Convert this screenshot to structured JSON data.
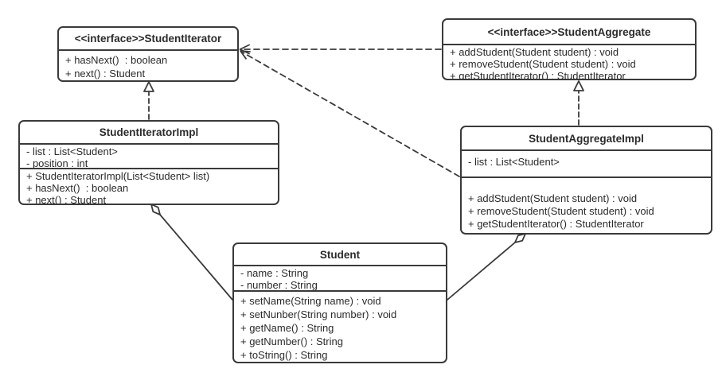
{
  "diagram": {
    "kind": "uml-class-diagram",
    "pattern": "Iterator",
    "background_color": "#ffffff",
    "line_color": "#3a3a3a",
    "text_color": "#2b2b2b"
  },
  "classes": [
    {
      "id": "StudentIterator",
      "stereotype": "<<interface>>",
      "title": "<<interface>>StudentIterator",
      "attributes": [],
      "methods": [
        "+ hasNext()  : boolean",
        "+ next() : Student"
      ]
    },
    {
      "id": "StudentAggregate",
      "stereotype": "<<interface>>",
      "title": "<<interface>>StudentAggregate",
      "attributes": [],
      "methods": [
        "+ addStudent(Student student) : void",
        "+ removeStudent(Student student) : void",
        "+ getStudentIterator() : StudentIterator"
      ]
    },
    {
      "id": "StudentIteratorImpl",
      "stereotype": "",
      "title": "StudentIteratorImpl",
      "attributes": [
        "- list : List<Student>",
        "- position : int"
      ],
      "methods": [
        "+ StudentIteratorImpl(List<Student> list)",
        "+ hasNext()  : boolean",
        "+ next() : Student"
      ]
    },
    {
      "id": "StudentAggregateImpl",
      "stereotype": "",
      "title": "StudentAggregateImpl",
      "attributes": [
        "- list : List<Student>"
      ],
      "methods": [
        "+ addStudent(Student student) : void",
        "+ removeStudent(Student student) : void",
        "+ getStudentIterator() : StudentIterator"
      ]
    },
    {
      "id": "Student",
      "stereotype": "",
      "title": "Student",
      "attributes": [
        "- name : String",
        "- number : String"
      ],
      "methods": [
        "+ setName(String name) : void",
        "+ setNunber(String number) : void",
        "+ getName() : String",
        "+ getNumber() : String",
        "+ toString() : String"
      ]
    }
  ],
  "relationships": [
    {
      "type": "realization",
      "from": "StudentIteratorImpl",
      "to": "StudentIterator",
      "line": "dashed",
      "head": "hollow-triangle"
    },
    {
      "type": "realization",
      "from": "StudentAggregateImpl",
      "to": "StudentAggregate",
      "line": "dashed",
      "head": "hollow-triangle"
    },
    {
      "type": "dependency",
      "from": "StudentAggregate",
      "to": "StudentIterator",
      "line": "dashed",
      "head": "open-arrow"
    },
    {
      "type": "dependency",
      "from": "StudentAggregateImpl",
      "to": "StudentIterator",
      "line": "dashed",
      "head": "open-arrow"
    },
    {
      "type": "aggregation",
      "from": "StudentIteratorImpl",
      "to": "Student",
      "line": "solid",
      "head": "hollow-diamond-at-source"
    },
    {
      "type": "aggregation",
      "from": "StudentAggregateImpl",
      "to": "Student",
      "line": "solid",
      "head": "hollow-diamond-at-source"
    }
  ]
}
